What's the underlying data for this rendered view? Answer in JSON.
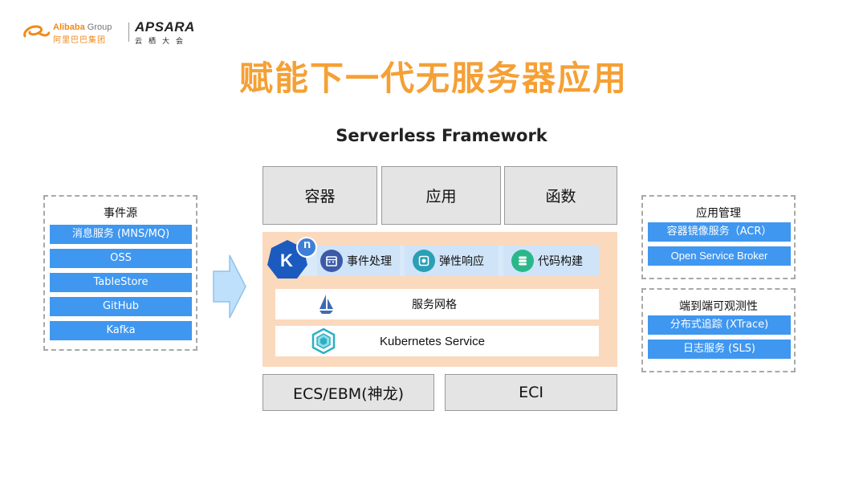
{
  "header": {
    "alibaba_en": "Alibaba",
    "alibaba_group": " Group",
    "alibaba_cn": "阿里巴巴集团",
    "apsara": "APSARA",
    "apsara_cn": "云栖大会"
  },
  "title": "赋能下一代无服务器应用",
  "framework_title": "Serverless Framework",
  "event_source": {
    "title": "事件源",
    "items": [
      "消息服务 (MNS/MQ)",
      "OSS",
      "TableStore",
      "GitHub",
      "Kafka"
    ]
  },
  "top_boxes": [
    "容器",
    "应用",
    "函数"
  ],
  "knative_badge": "n",
  "knative_letter": "K",
  "features": [
    "事件处理",
    "弹性响应",
    "代码构建"
  ],
  "service_mesh": "服务网格",
  "kubernetes_service": "Kubernetes Service",
  "bottom_boxes": [
    "ECS/EBM(神龙)",
    "ECI"
  ],
  "app_management": {
    "title": "应用管理",
    "items": [
      "容器镜像服务（ACR）",
      "Open Service Broker"
    ]
  },
  "observability": {
    "title": "端到端可观测性",
    "items": [
      "分布式追踪 (XTrace)",
      "日志服务 (SLS)"
    ]
  },
  "colors": {
    "title_orange": "#f5a035",
    "item_blue": "#3f97f0",
    "orange_area": "#fbd9bd"
  }
}
